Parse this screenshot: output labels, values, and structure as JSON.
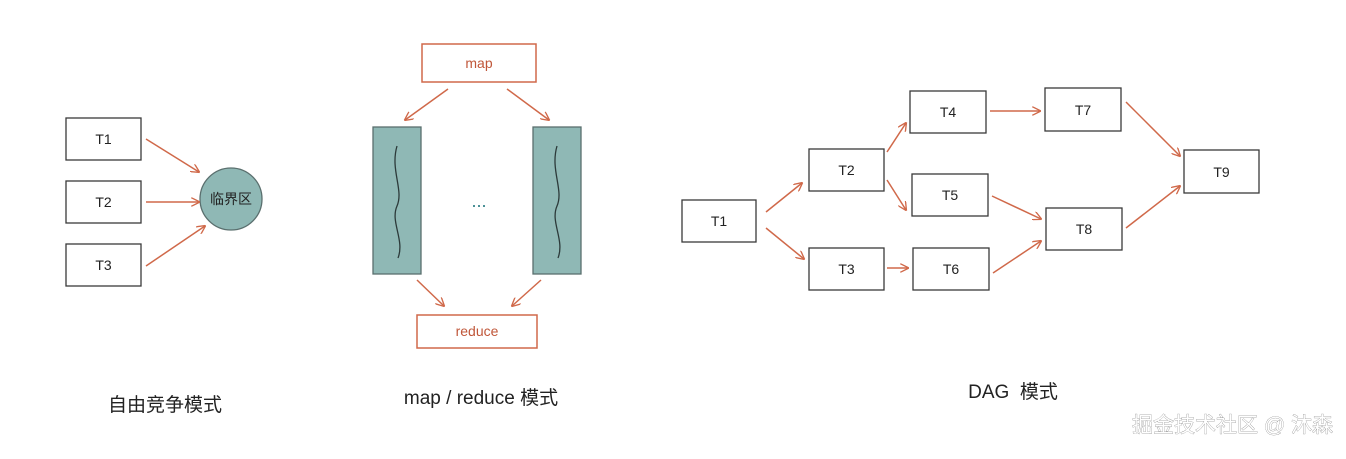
{
  "panels": {
    "free_competition": {
      "caption": "自由竞争模式",
      "tasks": [
        "T1",
        "T2",
        "T3"
      ],
      "critical_section": "临界区"
    },
    "map_reduce": {
      "caption": "map / reduce 模式",
      "map_label": "map",
      "reduce_label": "reduce",
      "ellipsis": "..."
    },
    "dag": {
      "caption": "DAG  模式",
      "nodes": [
        "T1",
        "T2",
        "T3",
        "T4",
        "T5",
        "T6",
        "T7",
        "T8",
        "T9"
      ]
    }
  },
  "watermark": "掘金技术社区 @ 沐森",
  "colors": {
    "arrow": "#d0694a",
    "teal_fill": "#8fb8b5",
    "node_border": "#3a3a3a"
  }
}
